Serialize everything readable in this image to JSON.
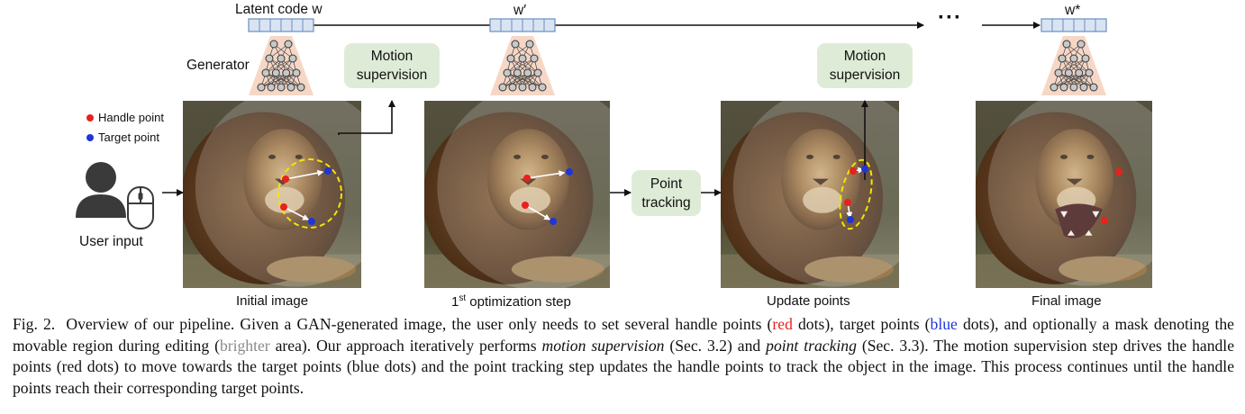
{
  "figure": {
    "latent_label": "Latent code w",
    "w_prime_label": "w′",
    "w_star_label": "w*",
    "generator_label": "Generator",
    "motion_supervision_1": [
      "Motion",
      "supervision"
    ],
    "motion_supervision_2": [
      "Motion",
      "supervision"
    ],
    "point_tracking": [
      "Point",
      "tracking"
    ],
    "ellipsis": "···",
    "legend": {
      "handle": "Handle point",
      "target": "Target point"
    },
    "user_input_label": "User input",
    "image_labels": {
      "initial": "Initial image",
      "step_sup": "st",
      "step_prefix": "1",
      "step_rest": " optimization step",
      "update": "Update points",
      "final": "Final image"
    },
    "colors": {
      "handle": "#e8211c",
      "target": "#1f35d8",
      "box_fill": "#deecd7",
      "latent_fill": "#d9e4f3",
      "latent_stroke": "#6c8ebf",
      "generator_fill": "#f6d7c6",
      "mask_outline": "#f2e600"
    }
  },
  "caption": {
    "fig": "Fig. 2.",
    "t1": "Overview of our pipeline. Given a GAN-generated image, the user only needs to set several handle points (",
    "red": "red",
    "t2": " dots), target points (",
    "blue": "blue",
    "t3": " dots), and optionally a mask denoting the movable region during editing (",
    "brighter": "brighter",
    "t4": " area). Our approach iteratively performs ",
    "motion": "motion supervision",
    "t5": " (Sec. 3.2) and ",
    "tracking": "point tracking",
    "t6": " (Sec. 3.3). The motion supervision step drives the handle points (red dots) to move towards the target points (blue dots) and the point tracking step updates the handle points to track the object in the image. This process continues until the handle points reach their corresponding target points."
  }
}
